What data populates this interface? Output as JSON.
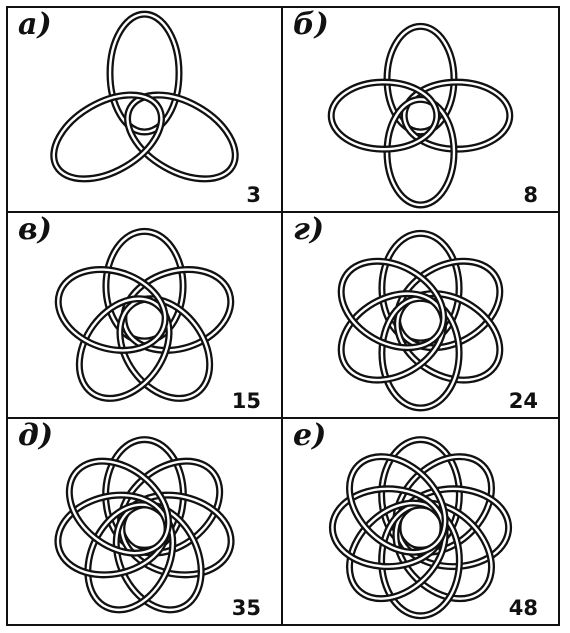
{
  "panels": [
    {
      "letter": "а)",
      "count": "3",
      "loops": 3
    },
    {
      "letter": "б)",
      "count": "8",
      "loops": 4
    },
    {
      "letter": "в)",
      "count": "15",
      "loops": 5
    },
    {
      "letter": "г)",
      "count": "24",
      "loops": 6
    },
    {
      "letter": "д)",
      "count": "35",
      "loops": 7
    },
    {
      "letter": "е)",
      "count": "48",
      "loops": 8
    }
  ]
}
